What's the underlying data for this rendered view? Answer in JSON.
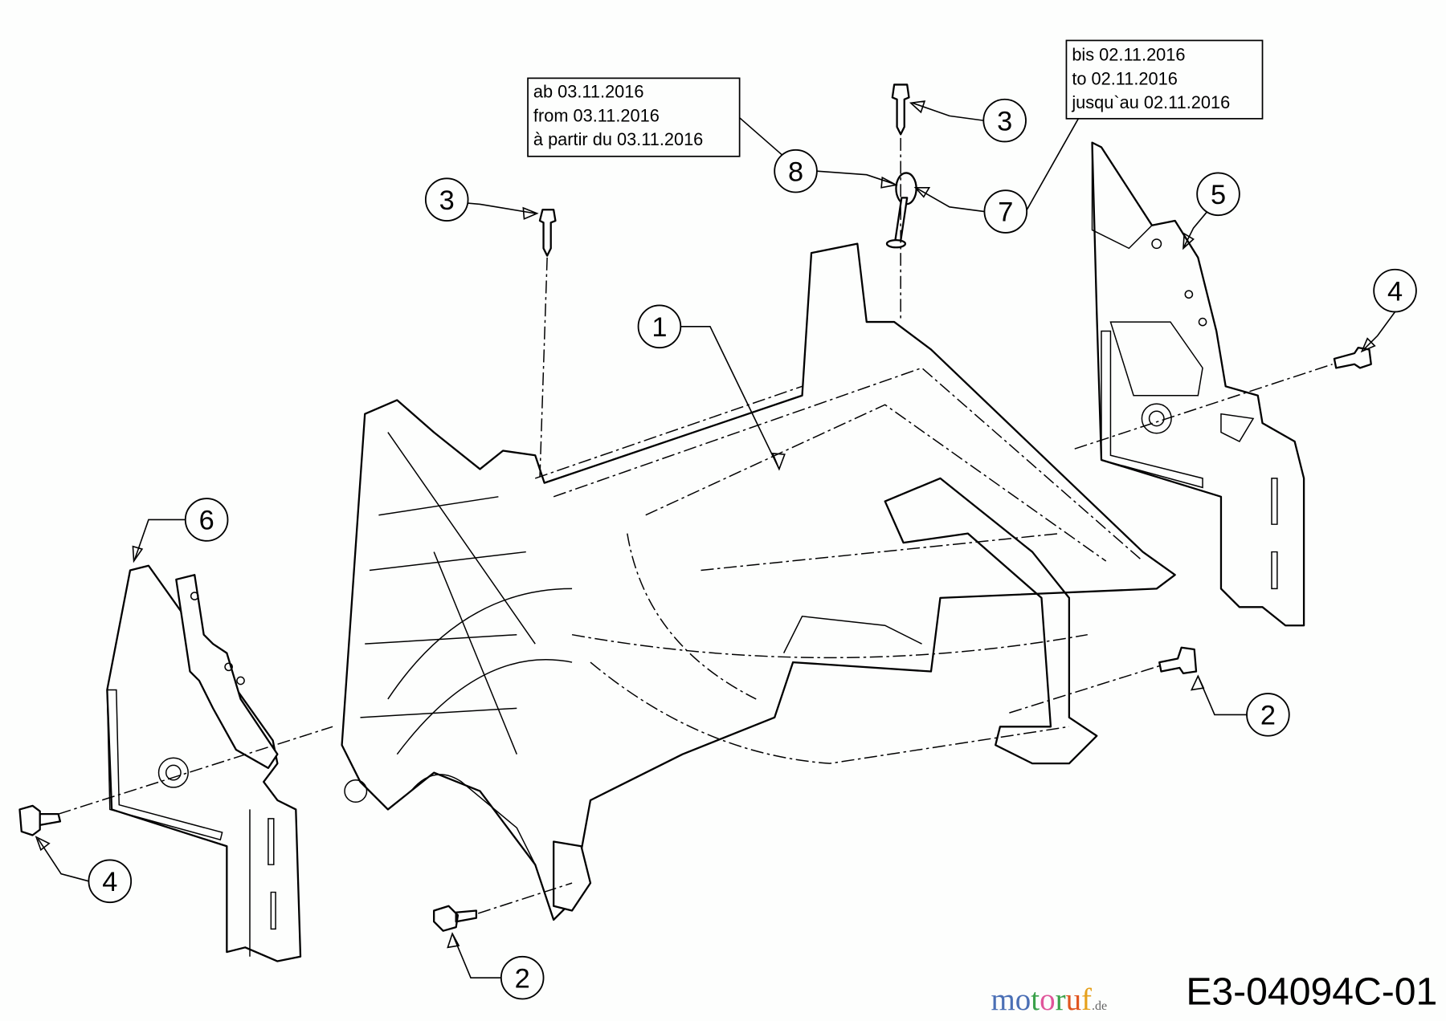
{
  "diagram": {
    "code": "E3-04094C-01",
    "watermark": {
      "letters": [
        "m",
        "o",
        "t",
        "o",
        "r",
        "u",
        "f"
      ],
      "suffix": ".de",
      "colors": [
        "#4a6fb5",
        "#4a6fb5",
        "#3aa14a",
        "#e0559a",
        "#3aa14a",
        "#e0551f",
        "#e6a11c"
      ]
    },
    "notes": [
      {
        "lines": [
          "ab 03.11.2016",
          "from 03.11.2016",
          "à partir du 03.11.2016"
        ]
      },
      {
        "lines": [
          "bis 02.11.2016",
          "to 02.11.2016",
          "jusqu`au 02.11.2016"
        ]
      }
    ],
    "callouts": [
      "1",
      "2",
      "2",
      "3",
      "3",
      "4",
      "4",
      "5",
      "6",
      "7",
      "8"
    ]
  }
}
